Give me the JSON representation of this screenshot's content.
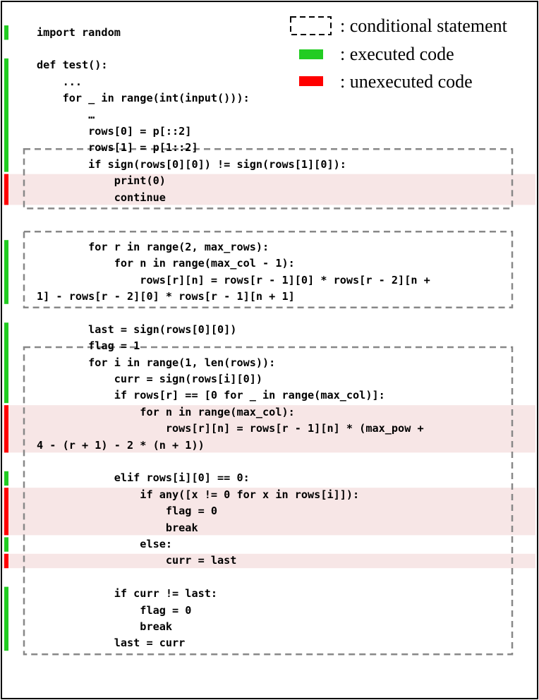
{
  "legend": {
    "conditional": ": conditional statement",
    "executed": ": executed code",
    "unexecuted": ": unexecuted code"
  },
  "colors": {
    "executed": "#22cc22",
    "unexecuted": "#ff0000",
    "unexecuted_highlight": "#f7e6e6",
    "dashed_box": "#888888",
    "legend_box": "#000000"
  },
  "code_lines": [
    "import random",
    "",
    "def test():",
    "    ...",
    "    for _ in range(int(input())):",
    "        …",
    "        rows[0] = p[::2]",
    "        rows[1] = p[1::2]",
    "        if sign(rows[0][0]) != sign(rows[1][0]):",
    "            print(0)",
    "            continue",
    "",
    "",
    "        for r in range(2, max_rows):",
    "            for n in range(max_col - 1):",
    "                rows[r][n] = rows[r - 1][0] * rows[r - 2][n +",
    "1] - rows[r - 2][0] * rows[r - 1][n + 1]",
    "",
    "        last = sign(rows[0][0])",
    "        flag = 1",
    "        for i in range(1, len(rows)):",
    "            curr = sign(rows[i][0])",
    "            if rows[r] == [0 for _ in range(max_col)]:",
    "                for n in range(max_col):",
    "                    rows[r][n] = rows[r - 1][n] * (max_pow +",
    "4 - (r + 1) - 2 * (n + 1))",
    "",
    "            elif rows[i][0] == 0:",
    "                if any([x != 0 for x in rows[i]]):",
    "                    flag = 0",
    "                    break",
    "                else:",
    "                    curr = last",
    "",
    "            if curr != last:",
    "                flag = 0",
    "                break",
    "            last = curr"
  ],
  "execution_status": [
    "executed",
    "none",
    "executed",
    "executed",
    "executed",
    "executed",
    "executed",
    "executed",
    "executed",
    "unexecuted",
    "unexecuted",
    "none",
    "none",
    "executed",
    "executed",
    "executed",
    "executed",
    "none",
    "executed",
    "executed",
    "executed",
    "executed",
    "executed",
    "unexecuted",
    "unexecuted",
    "unexecuted",
    "none",
    "executed",
    "unexecuted",
    "unexecuted",
    "unexecuted",
    "executed",
    "unexecuted",
    "none",
    "executed",
    "executed",
    "executed",
    "executed"
  ],
  "conditional_blocks": [
    {
      "first_line": 8,
      "last_line": 10
    },
    {
      "first_line": 13,
      "last_line": 16
    },
    {
      "first_line": 20,
      "last_line": 37
    }
  ]
}
